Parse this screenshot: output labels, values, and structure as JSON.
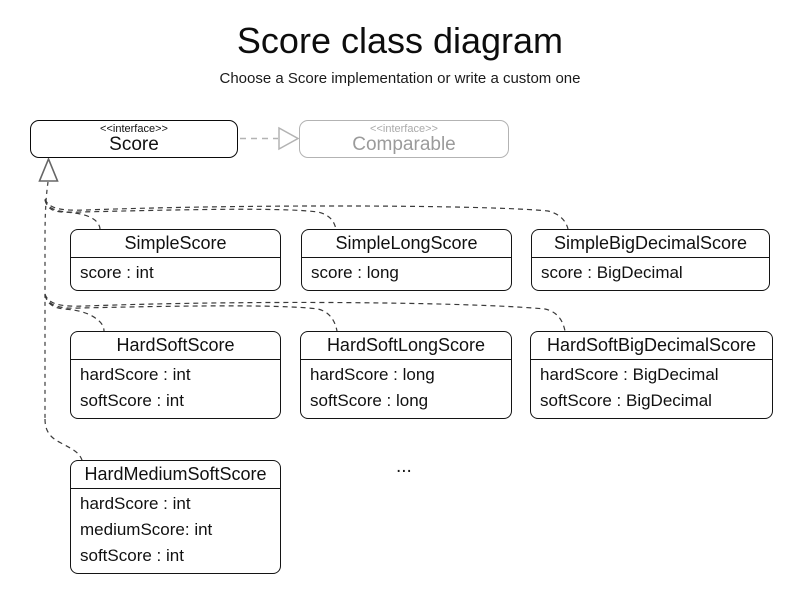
{
  "header": {
    "title": "Score class diagram",
    "subtitle": "Choose a Score implementation or write a custom one"
  },
  "interfaces": {
    "score": {
      "stereotype": "<<interface>>",
      "name": "Score"
    },
    "comparable": {
      "stereotype": "<<interface>>",
      "name": "Comparable"
    }
  },
  "classes": [
    {
      "name": "SimpleScore",
      "attributes": [
        "score : int"
      ]
    },
    {
      "name": "SimpleLongScore",
      "attributes": [
        "score : long"
      ]
    },
    {
      "name": "SimpleBigDecimalScore",
      "attributes": [
        "score : BigDecimal"
      ]
    },
    {
      "name": "HardSoftScore",
      "attributes": [
        "hardScore : int",
        "softScore : int"
      ]
    },
    {
      "name": "HardSoftLongScore",
      "attributes": [
        "hardScore : long",
        "softScore : long"
      ]
    },
    {
      "name": "HardSoftBigDecimalScore",
      "attributes": [
        "hardScore : BigDecimal",
        "softScore : BigDecimal"
      ]
    },
    {
      "name": "HardMediumSoftScore",
      "attributes": [
        "hardScore : int",
        "mediumScore: int",
        "softScore : int"
      ]
    }
  ],
  "misc": {
    "ellipsis": "..."
  },
  "colors": {
    "realization_line": "#3a3a3a",
    "triangle_stroke": "#666666",
    "muted_line": "#b3b3b3",
    "muted_text": "#9b9b9b",
    "box_border": "#141414"
  }
}
